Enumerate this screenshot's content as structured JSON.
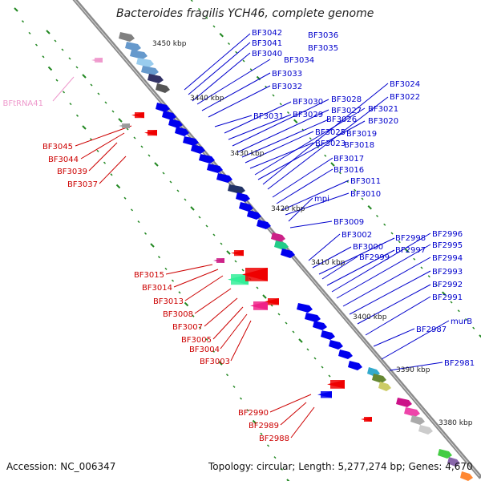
{
  "title": "Bacteroides fragilis YCH46, complete genome",
  "footer": {
    "accession": "Accession: NC_006347",
    "topology": "Topology: circular; Length: 5,277,274 bp; Genes: 4,670"
  },
  "colors": {
    "axis": "#8a8a8a",
    "forward_labels": "#0000cc",
    "reverse_labels": "#cc0000",
    "rna_label": "#ee99cc",
    "gene_blue": "#0000ee",
    "gene_red": "#ee0000",
    "tick_dots": "#228822"
  },
  "kbp_ticks": [
    "3450 kbp",
    "3440 kbp",
    "3430 kbp",
    "3420 kbp",
    "3410 kbp",
    "3400 kbp",
    "3390 kbp",
    "3380 kbp"
  ],
  "forward_labels": [
    "BF3042",
    "BF3036",
    "BF3041",
    "BF3035",
    "BF3040",
    "BF3034",
    "BF3033",
    "BF3032",
    "BF3024",
    "BF3022",
    "BF3030",
    "BF3028",
    "BF3021",
    "BF3031",
    "BF3029",
    "BF3027",
    "BF3026",
    "BF3020",
    "BF3025",
    "BF3019",
    "BF3023",
    "BF3018",
    "BF3017",
    "BF3016",
    "BF3011",
    "BF3010",
    "mpi",
    "BF3009",
    "BF3002",
    "BF2998",
    "BF2996",
    "BF3000",
    "BF2997",
    "BF2995",
    "BF2999",
    "BF2994",
    "BF2993",
    "BF2992",
    "BF2991",
    "BF2987",
    "murB",
    "BF2981"
  ],
  "reverse_labels": [
    "BF3045",
    "BF3044",
    "BF3039",
    "BF3037",
    "BF3015",
    "BF3014",
    "BF3013",
    "BF3008",
    "BF3007",
    "BF3005",
    "BF3004",
    "BF3003",
    "BF2990",
    "BF2989",
    "BF2988"
  ],
  "rna_labels": [
    "BFtRNA41"
  ]
}
